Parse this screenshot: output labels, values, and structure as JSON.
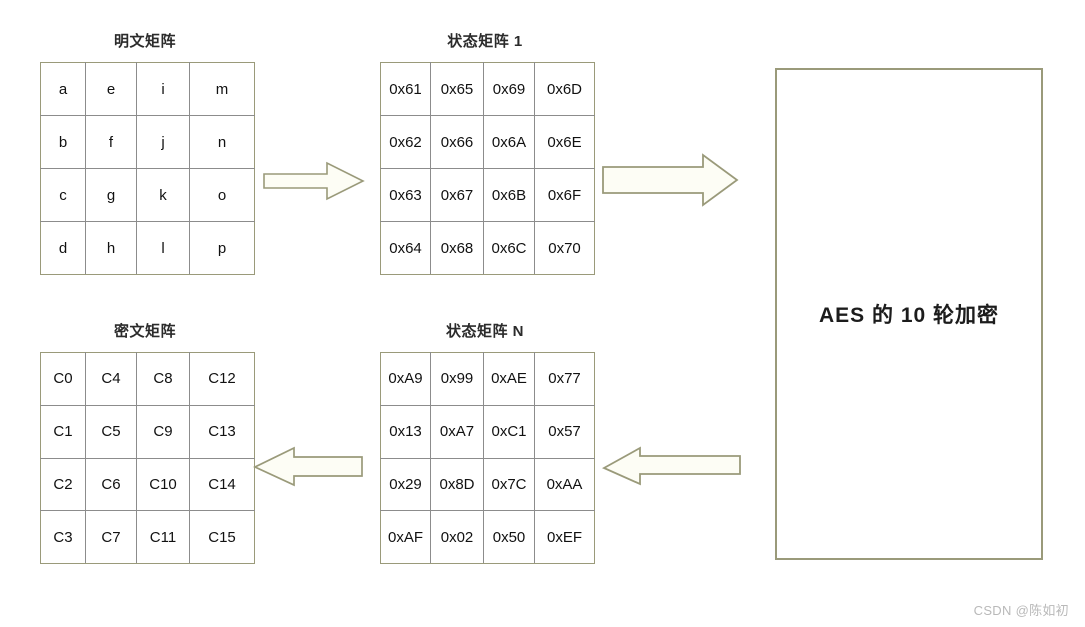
{
  "diagram": {
    "title_hidden": "AES encryption data flow",
    "aes_box": {
      "label": "AES 的 10 轮加密"
    },
    "watermark": "CSDN @陈如初",
    "colors": {
      "frame": "#9a9a7a",
      "cell_grid": "#8c8c8c",
      "arrow_stroke": "#9a9a7a",
      "text": "#111111",
      "watermark": "#b9b9b9",
      "background": "#ffffff"
    },
    "matrices": [
      {
        "id": "plaintext-matrix",
        "title": "明文矩阵",
        "rows": [
          [
            "a",
            "e",
            "i",
            "m"
          ],
          [
            "b",
            "f",
            "j",
            "n"
          ],
          [
            "c",
            "g",
            "k",
            "o"
          ],
          [
            "d",
            "h",
            "l",
            "p"
          ]
        ]
      },
      {
        "id": "state-matrix-1",
        "title": "状态矩阵 1",
        "rows": [
          [
            "0x61",
            "0x65",
            "0x69",
            "0x6D"
          ],
          [
            "0x62",
            "0x66",
            "0x6A",
            "0x6E"
          ],
          [
            "0x63",
            "0x67",
            "0x6B",
            "0x6F"
          ],
          [
            "0x64",
            "0x68",
            "0x6C",
            "0x70"
          ]
        ]
      },
      {
        "id": "state-matrix-n",
        "title": "状态矩阵 N",
        "rows": [
          [
            "0xA9",
            "0x99",
            "0xAE",
            "0x77"
          ],
          [
            "0x13",
            "0xA7",
            "0xC1",
            "0x57"
          ],
          [
            "0x29",
            "0x8D",
            "0x7C",
            "0xAA"
          ],
          [
            "0xAF",
            "0x02",
            "0x50",
            "0xEF"
          ]
        ]
      },
      {
        "id": "ciphertext-matrix",
        "title": "密文矩阵",
        "rows": [
          [
            "C0",
            "C4",
            "C8",
            "C12"
          ],
          [
            "C1",
            "C5",
            "C9",
            "C13"
          ],
          [
            "C2",
            "C6",
            "C10",
            "C14"
          ],
          [
            "C3",
            "C7",
            "C11",
            "C15"
          ]
        ]
      }
    ],
    "arrows": [
      {
        "id": "arrow-plaintext-to-state1",
        "direction": "right"
      },
      {
        "id": "arrow-state1-to-aes",
        "direction": "right"
      },
      {
        "id": "arrow-aes-to-staten",
        "direction": "left"
      },
      {
        "id": "arrow-staten-to-ciphertext",
        "direction": "left"
      }
    ]
  }
}
